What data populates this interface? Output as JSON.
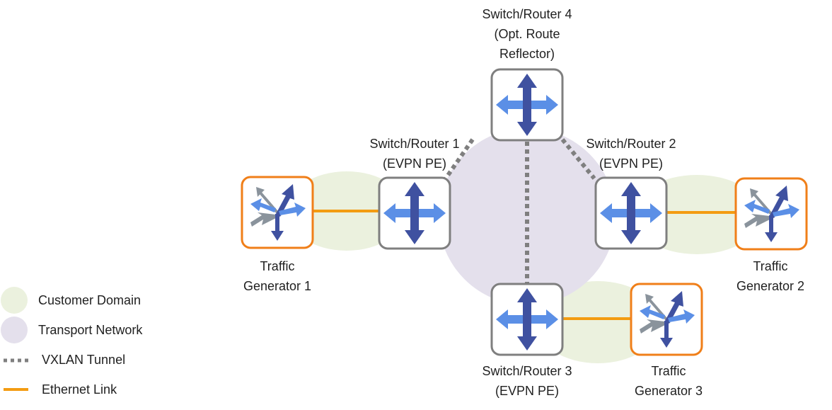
{
  "nodes": {
    "sr4": {
      "line1": "Switch/Router 4",
      "line2": "(Opt. Route",
      "line3": "Reflector)"
    },
    "sr1": {
      "line1": "Switch/Router 1",
      "line2": "(EVPN PE)"
    },
    "sr2": {
      "line1": "Switch/Router 2",
      "line2": "(EVPN PE)"
    },
    "sr3": {
      "line1": "Switch/Router 3",
      "line2": "(EVPN PE)"
    },
    "tg1": {
      "line1": "Traffic",
      "line2": "Generator 1"
    },
    "tg2": {
      "line1": "Traffic",
      "line2": "Generator 2"
    },
    "tg3": {
      "line1": "Traffic",
      "line2": "Generator 3"
    }
  },
  "legend": {
    "customer_domain": "Customer Domain",
    "transport_network": "Transport Network",
    "vxlan_tunnel": "VXLAN Tunnel",
    "ethernet_link": "Ethernet Link"
  },
  "colors": {
    "customer_domain": "#ebf1de",
    "transport_network": "#e4e0ec",
    "vxlan_tunnel": "#7f7f7f",
    "ethernet_link": "#f39c12",
    "router_border": "#7f7f7f",
    "generator_border": "#f07f19",
    "arrow_dark": "#3f51a0",
    "arrow_light": "#5b8fe6",
    "arrow_gray": "#8a939c"
  }
}
